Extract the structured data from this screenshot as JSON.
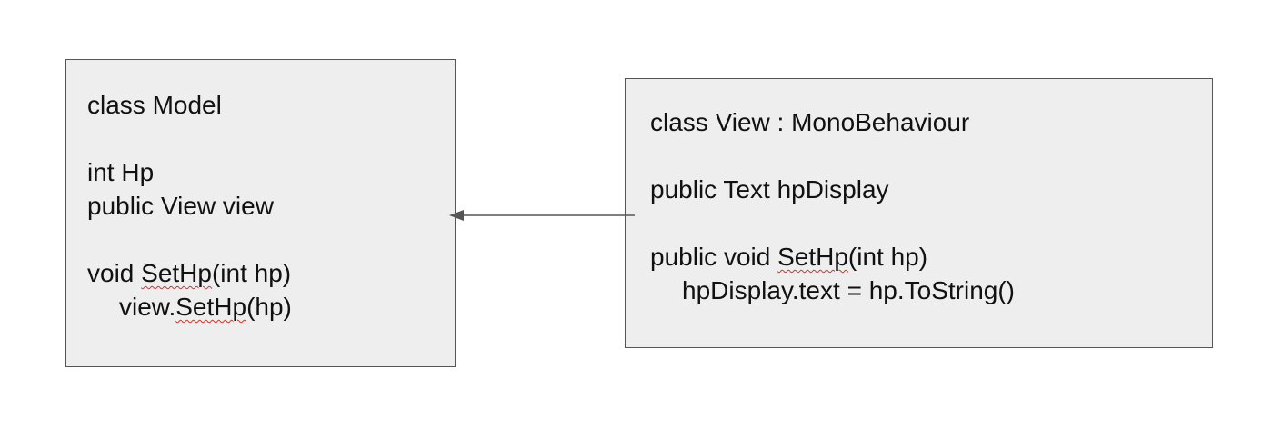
{
  "model": {
    "class_decl": "class Model",
    "field_hp": "int Hp",
    "field_view": "public View view",
    "method_prefix": "void ",
    "method_name": "SetHp",
    "method_suffix": "(int hp)",
    "body_prefix": "view.",
    "body_name": "SetHp",
    "body_suffix": "(hp)"
  },
  "view": {
    "class_decl": "class View : MonoBehaviour",
    "field_text": "public Text hpDisplay",
    "method_prefix": "public void ",
    "method_name": "SetHp",
    "method_suffix": "(int hp)",
    "body": "hpDisplay.text = hp.ToString()"
  },
  "colors": {
    "box_fill": "#eeeeee",
    "box_border": "#555555",
    "arrow": "#555555",
    "spellcheck": "#d93025"
  }
}
